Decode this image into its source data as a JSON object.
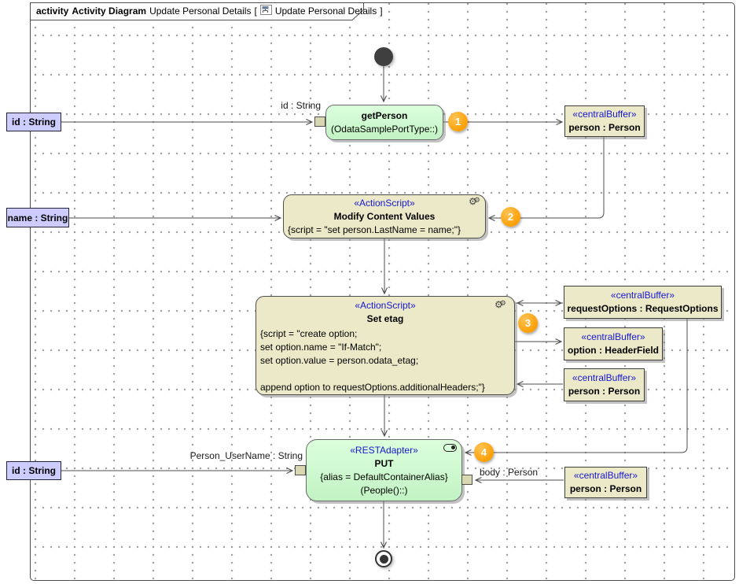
{
  "frame": {
    "kind": "activity",
    "diagram_type": "Activity Diagram",
    "diagram_name": "Update Personal Details",
    "open_bracket": "[",
    "close_bracket": "]",
    "ref_name": "Update Personal Details"
  },
  "nodes": {
    "get_person": {
      "name": "getPerson",
      "subtitle": "(OdataSamplePortType::)"
    },
    "modify": {
      "stereotype": "«ActionScript»",
      "name": "Modify Content Values",
      "script": "{script = \"set person.LastName = name;\"}"
    },
    "set_etag": {
      "stereotype": "«ActionScript»",
      "name": "Set etag",
      "script_lines": [
        "{script = \"create option;",
        "set option.name = \"If-Match\";",
        "set option.value = person.odata_etag;",
        "",
        "append option to requestOptions.additionalHeaders;\"}"
      ]
    },
    "put": {
      "stereotype": "«RESTAdapter»",
      "name": "PUT",
      "alias_line": "{alias = DefaultContainerAlias}",
      "operation_line": "(People()::)"
    }
  },
  "buffers": {
    "person_top": {
      "stereotype": "«centralBuffer»",
      "name": "person : Person"
    },
    "request_options": {
      "stereotype": "«centralBuffer»",
      "name": "requestOptions : RequestOptions"
    },
    "option": {
      "stereotype": "«centralBuffer»",
      "name": "option : HeaderField"
    },
    "person_mid": {
      "stereotype": "«centralBuffer»",
      "name": "person : Person"
    },
    "person_bottom": {
      "stereotype": "«centralBuffer»",
      "name": "person : Person"
    }
  },
  "params": {
    "id_top": "id : String",
    "name_left": "name : String",
    "id_bottom": "id : String"
  },
  "edge_labels": {
    "get_person_pin": "id : String",
    "put_left_pin": "Person_UserName : String",
    "put_right_pin": "body : Person"
  },
  "badges": {
    "b1": "1",
    "b2": "2",
    "b3": "3",
    "b4": "4"
  },
  "colors": {
    "action_green": "#c9f6c9",
    "action_tan": "#ece9c8",
    "param_lavender": "#ccccff",
    "badge_orange": "#fb9d00",
    "stereotype_blue": "#1616d6",
    "edge_gray": "#4d4d4d"
  }
}
